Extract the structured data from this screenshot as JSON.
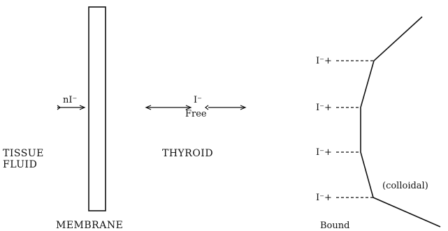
{
  "labels": {
    "tissue_fluid_line1": "TISSUE",
    "tissue_fluid_line2": "FLUID",
    "membrane": "MEMBRANE",
    "thyroid": "THYROID",
    "iodide_in": "nI⁻",
    "free_iodide_top": "I⁻",
    "free_iodide_bottom": "Free",
    "bound": "Bound",
    "colloidal": "(colloidal)",
    "bound_iodide_1": "I⁻+",
    "bound_iodide_2": "I⁻+",
    "bound_iodide_3": "I⁻+",
    "bound_iodide_4": "I⁻+"
  }
}
